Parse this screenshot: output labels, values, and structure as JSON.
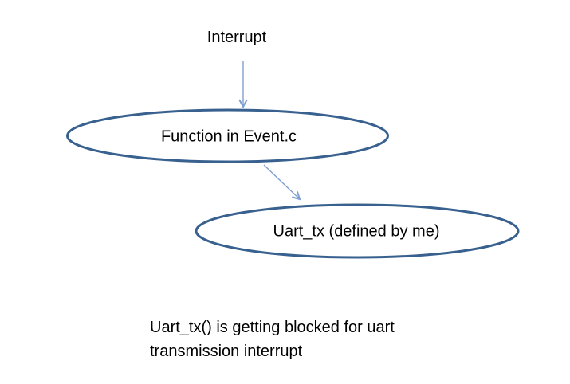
{
  "diagram": {
    "interrupt_label": "Interrupt",
    "nodes": [
      {
        "id": "function-event",
        "label": "Function in Event.c"
      },
      {
        "id": "uart-tx",
        "label": "Uart_tx (defined by me)"
      }
    ],
    "caption": {
      "lines": [
        "Uart_tx() is getting blocked for uart",
        "transmission interrupt"
      ]
    },
    "colors": {
      "ellipse_border": "#38618F",
      "arrow": "#7FA0D0",
      "text": "#000000",
      "background": "#FFFFFF"
    }
  }
}
